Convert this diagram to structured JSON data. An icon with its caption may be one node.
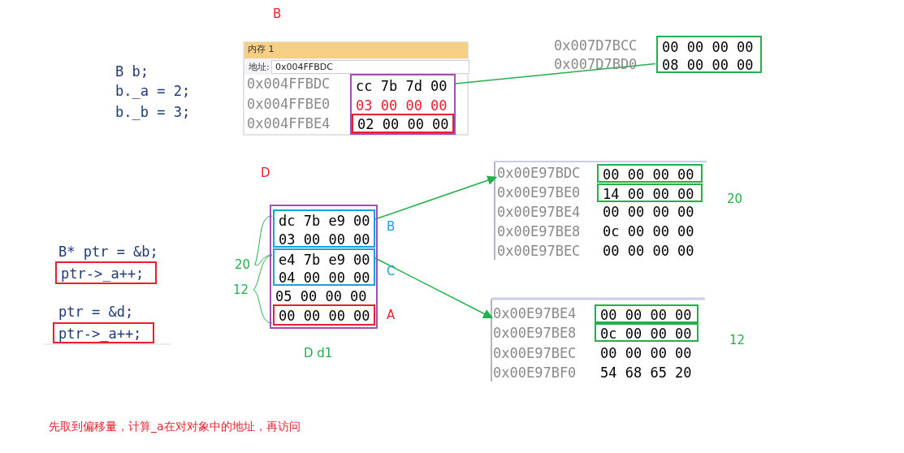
{
  "diagram": {
    "nodes": [
      {
        "text": [
          "cc 7b 7d 00",
          "03 00 00 00"
        ]
      },
      {
        "text": [
          "02 00 00 00"
        ],
        "in": 0
      },
      {
        "text": [
          "00 00 00 00",
          "08 00 00 00"
        ]
      },
      {
        "text": [
          "ptr->_a++;"
        ]
      },
      {
        "text": [
          "ptr->_a++;"
        ]
      },
      {
        "text": [
          "05 00 00 00"
        ],
        "beside": [
          "D d1"
        ]
      },
      {
        "text": [
          "dc 7b e9 00",
          "03 00 00 00"
        ],
        "in": 5,
        "beside": [
          "B"
        ]
      },
      {
        "text": [
          "e4 7b e9 00",
          "04 00 00 00"
        ],
        "in": 5,
        "beside": [
          "C"
        ]
      },
      {
        "text": [
          "00 00 00 00"
        ],
        "in": 5,
        "beside": [
          "A"
        ]
      },
      {
        "text": [
          "0x00E97BDC"
        ]
      },
      {
        "text": [
          "00 00 00 00"
        ]
      },
      {
        "text": [
          "14 00 00 00"
        ]
      },
      {
        "text": [
          "0x00E97BE4"
        ]
      },
      {
        "text": [
          "00 00 00 00"
        ]
      },
      {
        "text": [
          "0c 00 00 00"
        ]
      }
    ],
    "edges": [
      {
        "from": 0,
        "to": 2,
        "arrow": "none"
      },
      {
        "from": 6,
        "to": 9,
        "arrow": "to"
      },
      {
        "from": 7,
        "to": 12,
        "arrow": "to"
      }
    ],
    "labels": [
      "B",
      "内存 1",
      "地址:",
      "0x004FFBDC",
      "0x004FFBDC",
      "0x004FFBE0",
      "0x004FFBE4",
      "0x007D7BCC",
      "0x007D7BD0",
      "B b;",
      "b._a = 2;",
      "b._b = 3;",
      "D",
      "B* ptr = &b;",
      "ptr = &d;",
      "20",
      "12",
      "0x00E97BE0",
      "0x00E97BE4",
      "00 00 00 00",
      "0x00E97BE8",
      "0c 00 00 00",
      "0x00E97BEC",
      "00 00 00 00",
      "20",
      "0x00E97BE8",
      "0x00E97BEC",
      "00 00 00 00",
      "0x00E97BF0",
      "54 68 65 20",
      "12",
      "先取到偏移量，计算_a在对对象中的地址，再访问"
    ]
  }
}
